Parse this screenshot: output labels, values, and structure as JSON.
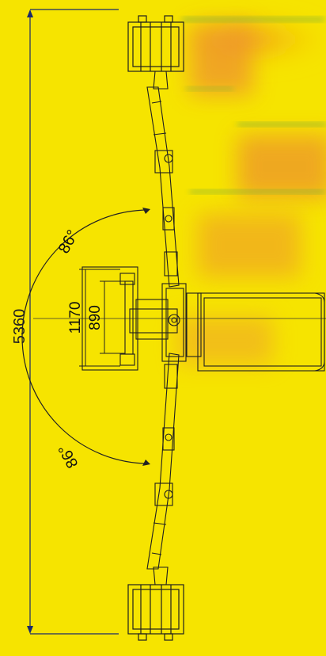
{
  "colors": {
    "background": "#f6e400",
    "line": "#1f1f1f",
    "dimension_line": "#1a2a6b",
    "dimension_text": "#1a1a1a",
    "photo_orange": "#ef9a2a",
    "photo_green": "#7fb03a"
  },
  "dimensions": {
    "overall_length": "5360",
    "platform_width": "1170",
    "base_width": "890"
  },
  "angles": {
    "upper": "86°",
    "lower": "86°"
  }
}
